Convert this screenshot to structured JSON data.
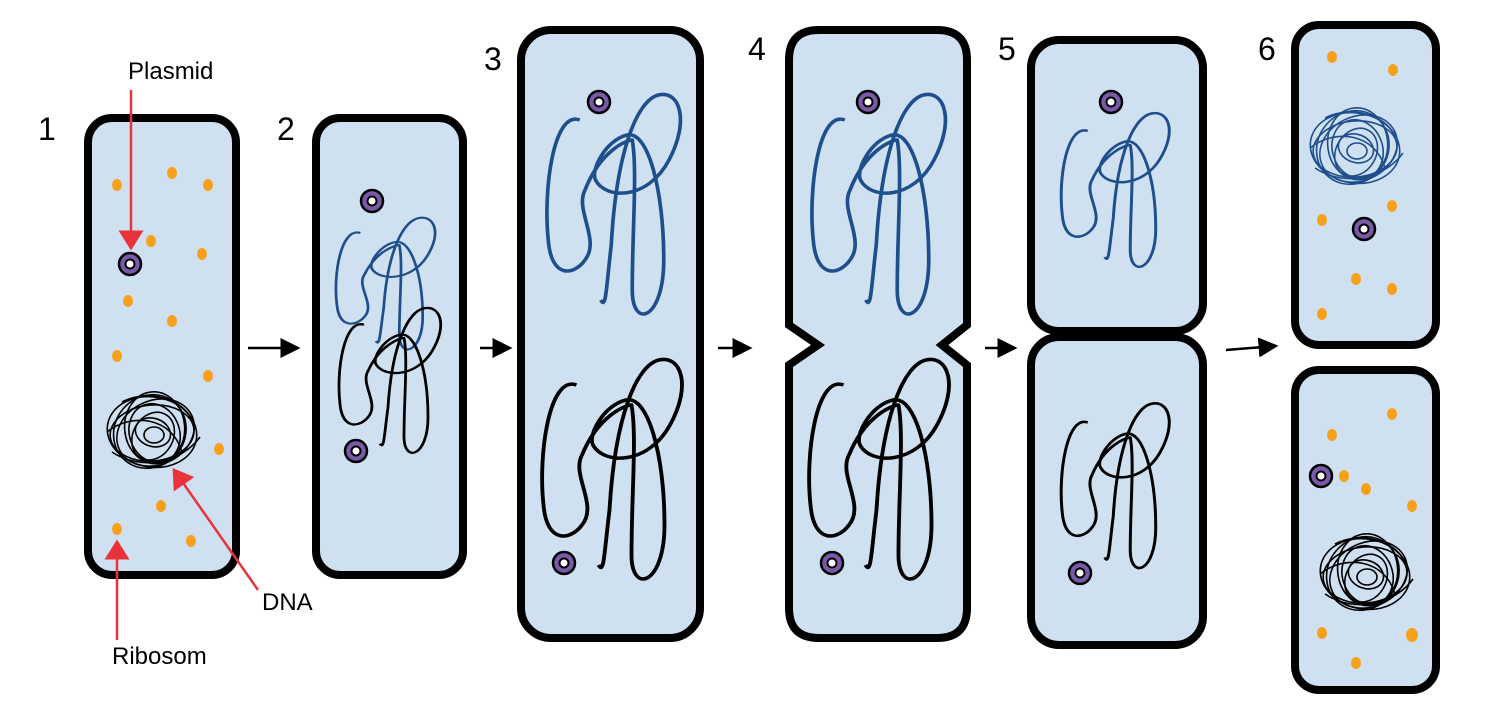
{
  "title": "Binary fission of a bacterial cell",
  "steps": [
    "1",
    "2",
    "3",
    "4",
    "5",
    "6"
  ],
  "annotations": {
    "plasmid": "Plasmid",
    "dna": "DNA",
    "ribosome": "Ribosom"
  },
  "colors": {
    "cytoplasm": "#cfe0f1",
    "ribosome": "#f7a11a",
    "plasmid": "#7a5aa8",
    "dna_copy": "#1f4e8c",
    "dna_original": "#000000",
    "pointer": "#e8333a"
  }
}
